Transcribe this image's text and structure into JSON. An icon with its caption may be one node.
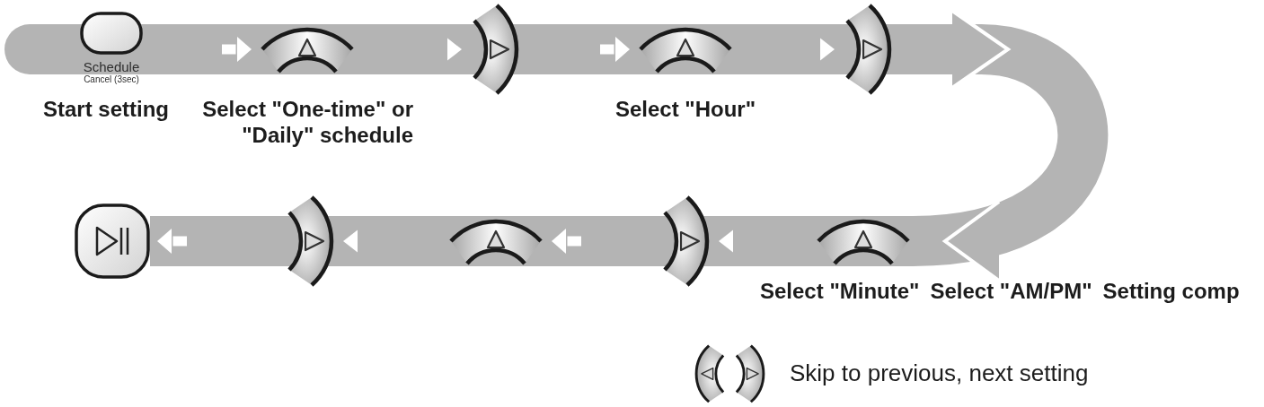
{
  "diagram": {
    "nodes": [
      {
        "text": [
          "Schedule",
          "Cancel (3sec)"
        ],
        "beside": [
          "Start setting"
        ]
      },
      {
        "text": [],
        "shape": "picture",
        "beside": [
          "Select \"One-time\" or \"Daily\" schedule"
        ]
      },
      {
        "text": [],
        "shape": "picture"
      },
      {
        "text": [],
        "shape": "picture",
        "beside": [
          "Select \"Hour\""
        ]
      },
      {
        "text": [],
        "shape": "picture"
      },
      {
        "text": [],
        "shape": "picture",
        "beside": [
          "Select \"Minute\""
        ]
      },
      {
        "text": [],
        "shape": "picture"
      },
      {
        "text": [],
        "shape": "picture"
      },
      {
        "text": [],
        "shape": "picture"
      },
      {
        "text": [],
        "shape": "picture"
      }
    ],
    "edges": [
      {
        "from": 0,
        "to": 1,
        "arrow": "to"
      },
      {
        "from": 1,
        "to": 2,
        "arrow": "to"
      },
      {
        "from": 2,
        "to": 3,
        "arrow": "to"
      },
      {
        "from": 3,
        "to": 4,
        "arrow": "to"
      },
      {
        "from": 4,
        "to": 5,
        "arrow": "to"
      },
      {
        "from": 5,
        "to": 6,
        "arrow": "to"
      },
      {
        "from": 6,
        "to": 7,
        "arrow": "to"
      },
      {
        "from": 7,
        "to": 8,
        "arrow": "to"
      },
      {
        "from": 8,
        "to": 9,
        "arrow": "to"
      }
    ],
    "labels": [
      "Select \"AM/PM\"",
      "Setting comp"
    ],
    "legend": [
      {
        "text": "Skip to previous, next setting"
      }
    ]
  }
}
